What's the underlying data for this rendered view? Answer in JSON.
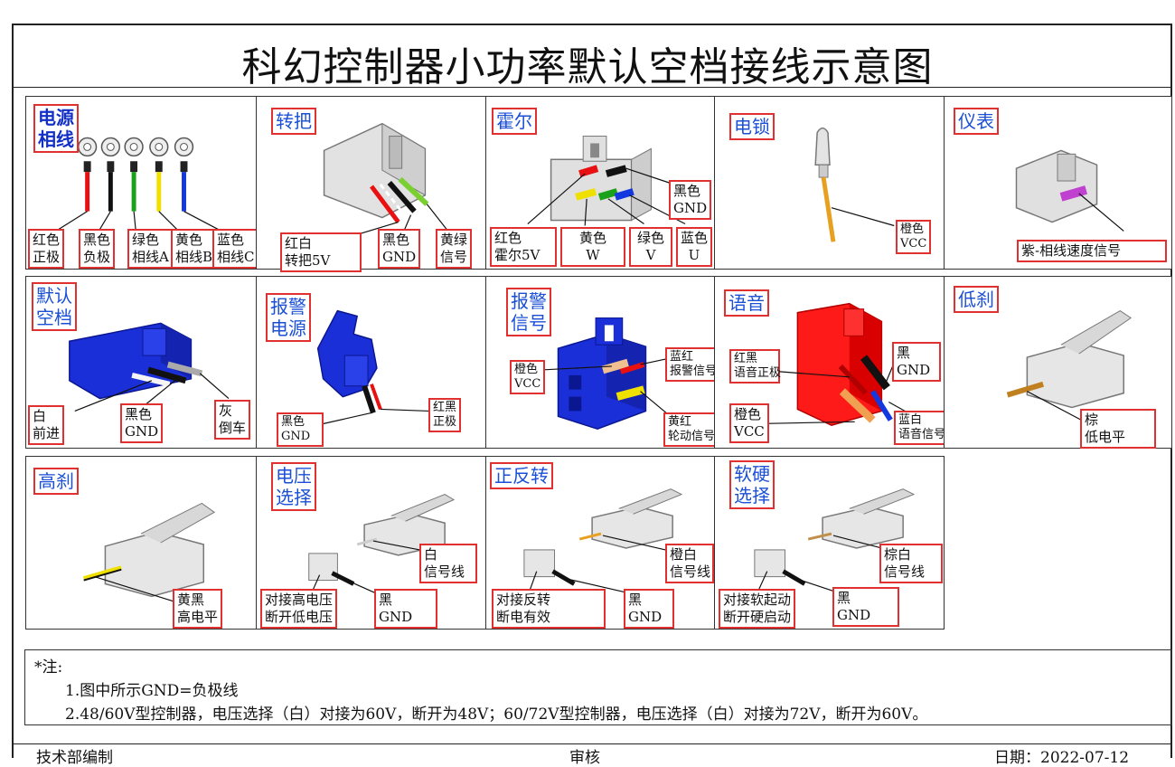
{
  "title": "科幻控制器小功率默认空档接线示意图",
  "colors": {
    "label_border": "#e03030",
    "title_text": "#1a4fd6",
    "red": "#e81010",
    "black": "#111111",
    "green": "#1aa01a",
    "yellow": "#f0e000",
    "blue": "#1438e0",
    "connector_blue": "#1a2fd8",
    "connector_red": "#ff1a1a",
    "connector_white": "#e6e6e6",
    "orange": "#e8a020",
    "purple": "#c040d0"
  },
  "panels": {
    "power": {
      "title": "电源\n相线",
      "labels": [
        "红色\n正极",
        "黑色\n负极",
        "绿色\n相线A",
        "黄色\n相线B",
        "蓝色\n相线C"
      ]
    },
    "throttle": {
      "title": "转把",
      "labels": [
        "红白\n转把5V",
        "黑色\nGND",
        "黄绿\n信号"
      ]
    },
    "hall": {
      "title": "霍尔",
      "labels": [
        "黑色\nGND",
        "红色\n霍尔5V",
        "黄色\nW",
        "绿色\nV",
        "蓝色\nU"
      ]
    },
    "lock": {
      "title": "电锁",
      "labels": [
        "橙色\nVCC"
      ]
    },
    "meter": {
      "title": "仪表",
      "labels": [
        "紫-相线速度信号"
      ]
    },
    "neutral": {
      "title": "默认\n空档",
      "labels": [
        "白\n前进",
        "黑色\nGND",
        "灰\n倒车"
      ]
    },
    "alarm_power": {
      "title": "报警\n电源",
      "labels": [
        "黑色\nGND",
        "红黑\n正极"
      ]
    },
    "alarm_signal": {
      "title": "报警\n信号",
      "labels": [
        "橙色\nVCC",
        "蓝红\n报警信号",
        "黄红\n轮动信号"
      ]
    },
    "voice": {
      "title": "语音",
      "labels": [
        "红黑\n语音正极",
        "黑\nGND",
        "橙色\nVCC",
        "蓝白\n语音信号"
      ]
    },
    "low_brake": {
      "title": "低刹",
      "labels": [
        "棕\n低电平"
      ]
    },
    "high_brake": {
      "title": "高刹",
      "labels": [
        "黄黑\n高电平"
      ]
    },
    "voltage": {
      "title": "电压\n选择",
      "labels": [
        "白\n信号线",
        "对接高电压\n断开低电压",
        "黑\nGND"
      ]
    },
    "reverse": {
      "title": "正反转",
      "labels": [
        "橙白\n信号线",
        "对接反转\n断电有效",
        "黑\nGND"
      ]
    },
    "softhard": {
      "title": "软硬\n选择",
      "labels": [
        "棕白\n信号线",
        "对接软起动\n断开硬启动",
        "黑\nGND"
      ]
    }
  },
  "notes": {
    "head": "*注:",
    "line1": "1.图中所示GND=负极线",
    "line2": "2.48/60V型控制器，电压选择（白）对接为60V，断开为48V；60/72V型控制器，电压选择（白）对接为72V，断开为60V。"
  },
  "footer": {
    "left": "技术部编制",
    "center": "审核",
    "right": "日期：2022-07-12"
  }
}
